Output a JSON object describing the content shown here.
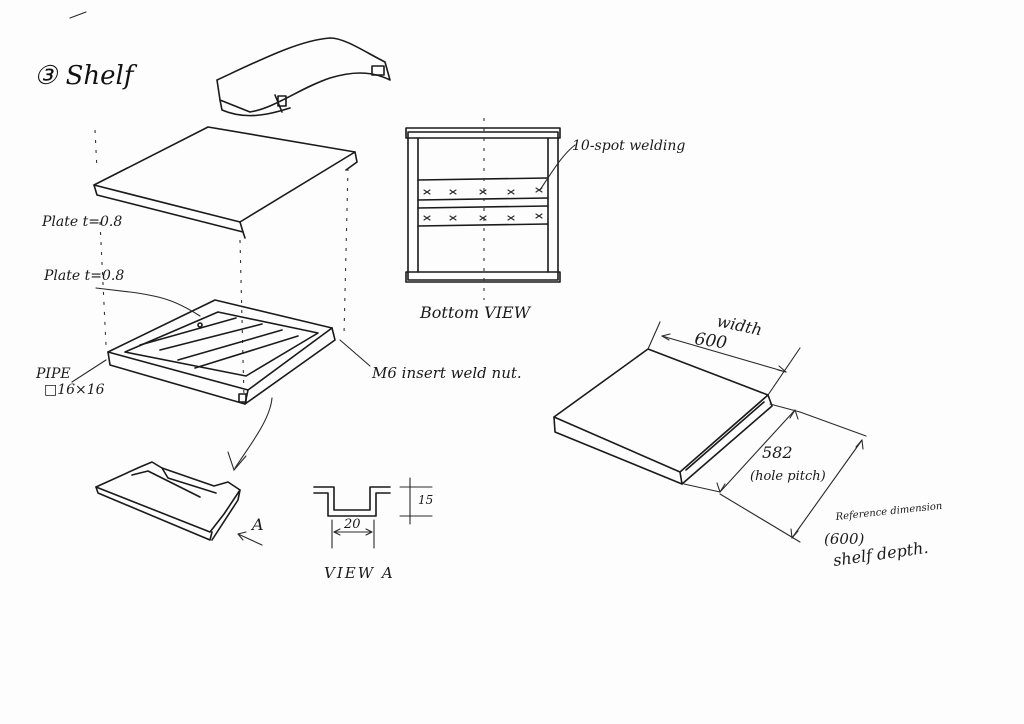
{
  "title": "③ Shelf",
  "labels": {
    "plate_top": "Plate t=0.8",
    "plate_frame": "Plate t=0.8",
    "pipe": "PIPE",
    "pipe_size": "□16×16",
    "weld_nut": "M6 insert weld nut.",
    "spot_welding": "10-spot welding",
    "bottom_view": "Bottom VIEW",
    "view_a": "VIEW A",
    "arrow_a": "A",
    "dim_20": "20",
    "dim_15": "15",
    "width_word": "width",
    "width_value": "600",
    "pitch_value": "582",
    "pitch_word": "(hole pitch)",
    "ref_dimension": "Reference dimension",
    "depth_value": "(600)",
    "depth_word": "shelf depth."
  }
}
